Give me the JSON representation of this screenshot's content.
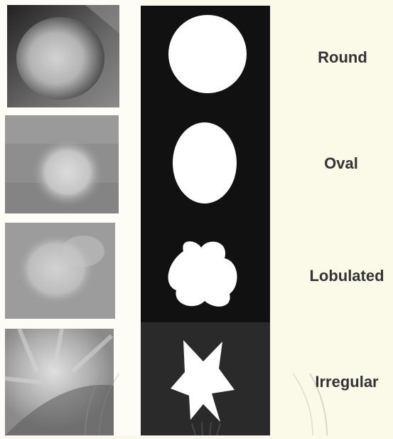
{
  "shapes": [
    {
      "key": "round",
      "label": "Round"
    },
    {
      "key": "oval",
      "label": "Oval"
    },
    {
      "key": "lobulated",
      "label": "Lobulated"
    },
    {
      "key": "irregular",
      "label": "Irregular"
    }
  ],
  "colors": {
    "background": "#fbf9e8",
    "mask_background": "#111111",
    "mask_shape": "#ffffff",
    "label_text": "#333333"
  }
}
